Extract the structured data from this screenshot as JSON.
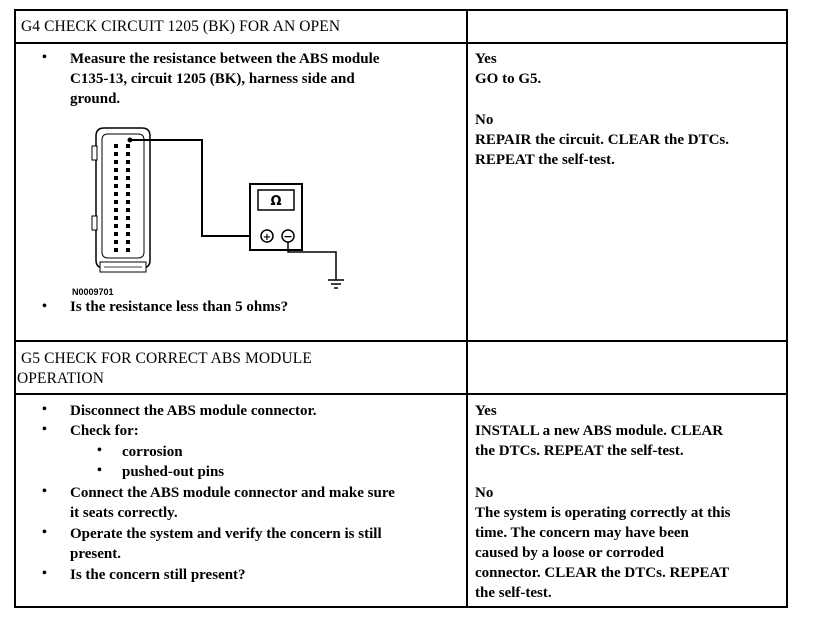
{
  "g4": {
    "header": "G4 CHECK CIRCUIT 1205 (BK) FOR AN OPEN",
    "step1": [
      "Measure the resistance between the ABS module",
      "C135-13, circuit 1205 (BK), harness side and",
      "ground."
    ],
    "figure_id": "N0009701",
    "meter_symbol": "Ω",
    "question": "Is the resistance less than 5 ohms?",
    "yes_label": "Yes",
    "yes_action": "GO to G5.",
    "no_label": "No",
    "no_action": [
      "REPAIR the circuit. CLEAR the DTCs.",
      "REPEAT the self-test."
    ]
  },
  "g5": {
    "header": [
      "G5 CHECK FOR CORRECT ABS MODULE",
      "OPERATION"
    ],
    "step1": "Disconnect the ABS module connector.",
    "step2": "Check for:",
    "sub1": "corrosion",
    "sub2": "pushed-out pins",
    "step3": [
      "Connect the ABS module connector and make sure",
      "it seats correctly."
    ],
    "step4": [
      "Operate the system and verify the concern is still",
      "present."
    ],
    "question": "Is the concern still present?",
    "yes_label": "Yes",
    "yes_action": [
      "INSTALL a new ABS module. CLEAR",
      "the DTCs. REPEAT the self-test."
    ],
    "no_label": "No",
    "no_action": [
      "The system is operating correctly at this",
      "time. The concern may have been",
      "caused by a loose or corroded",
      "connector. CLEAR the DTCs. REPEAT",
      "the self-test."
    ]
  }
}
